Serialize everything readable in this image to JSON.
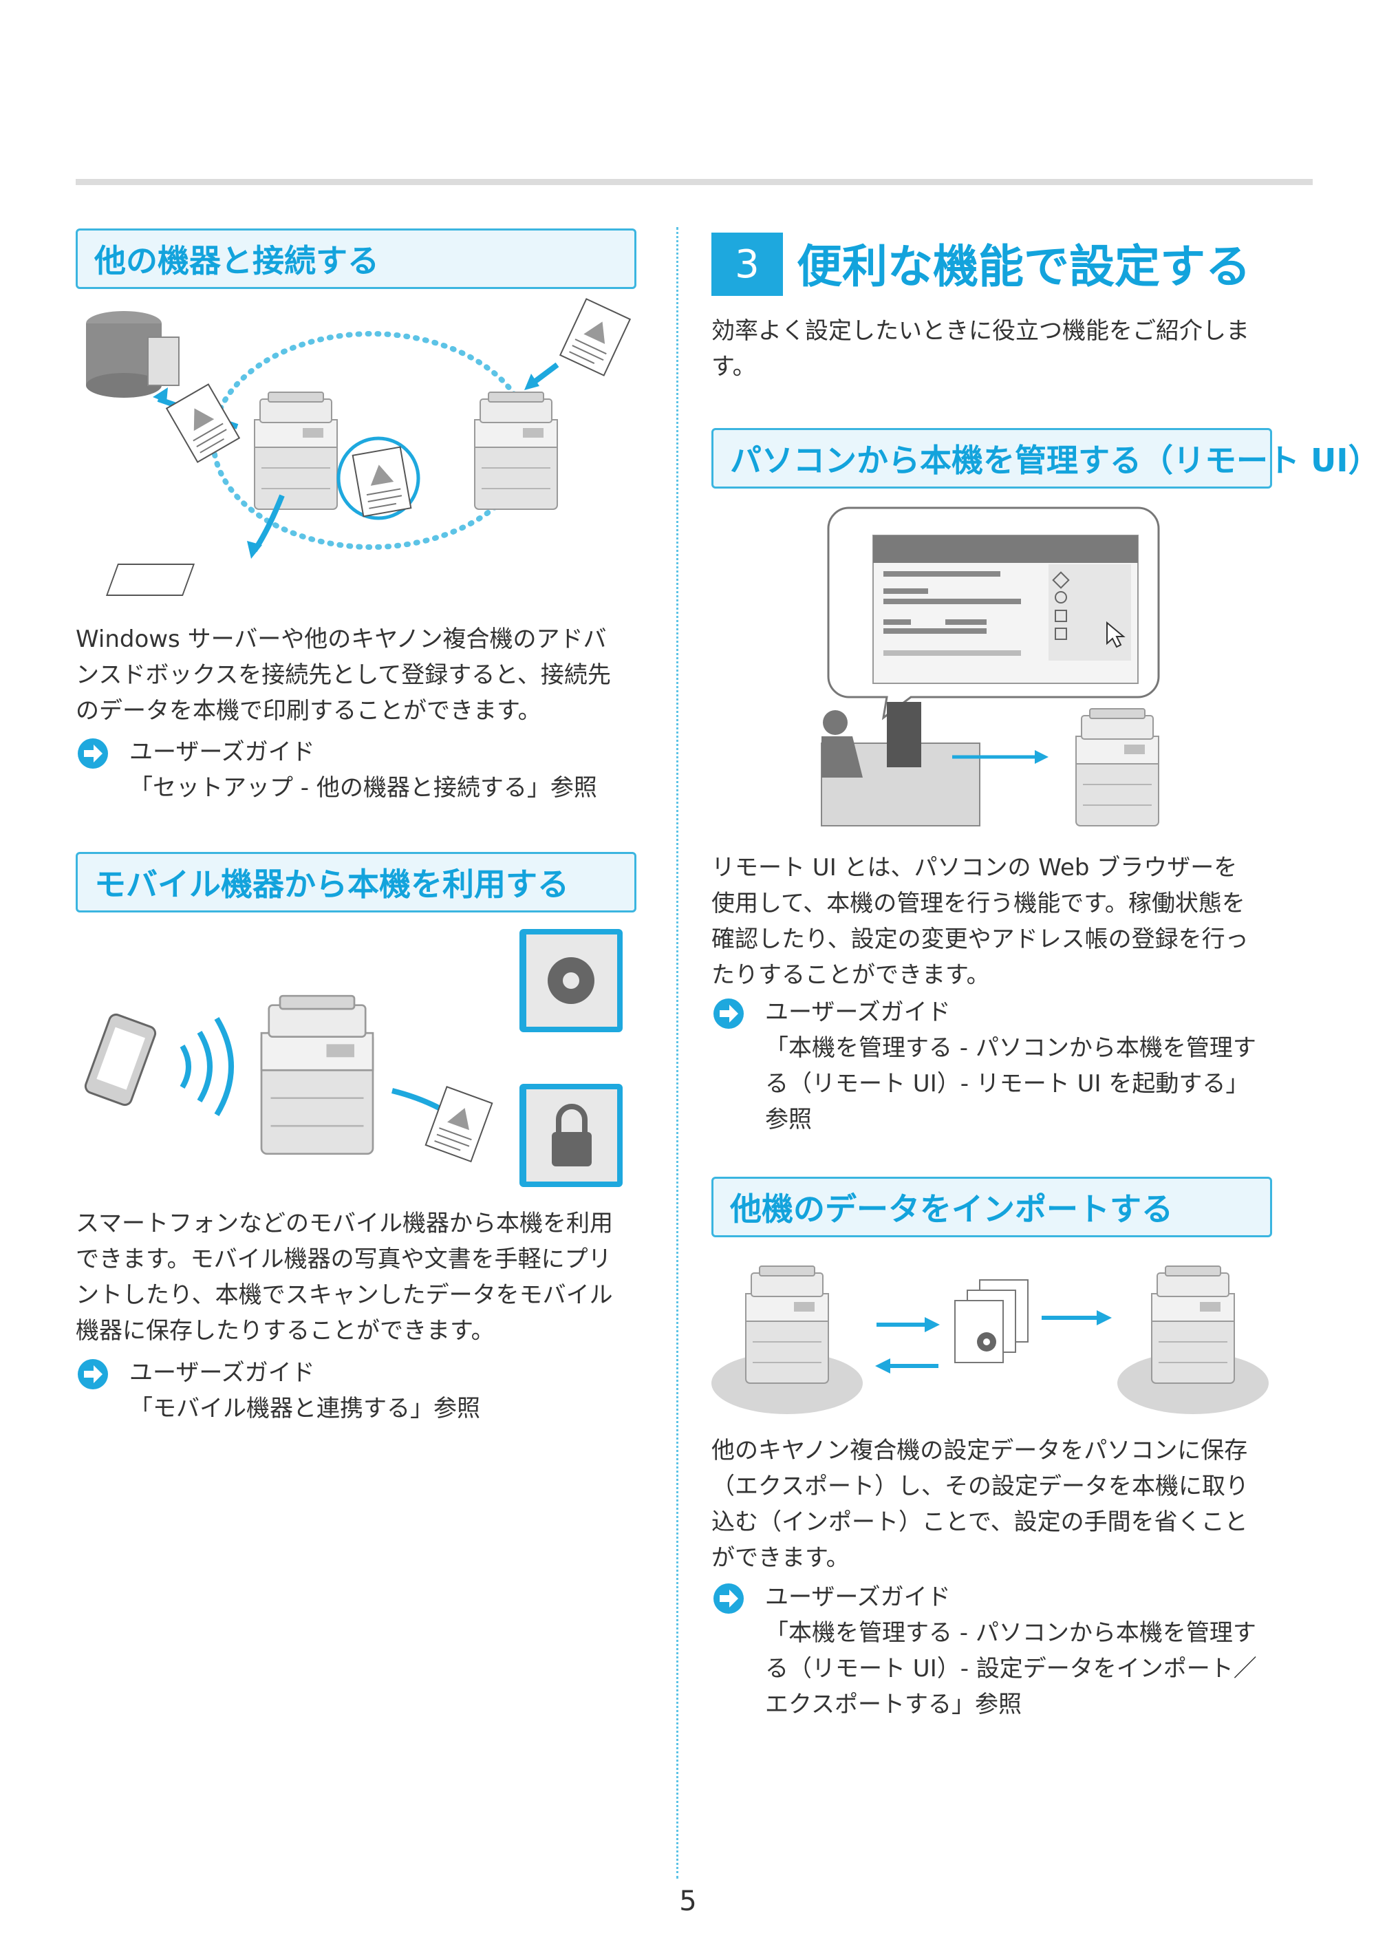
{
  "page_number": "5",
  "left": {
    "section1": {
      "title": "他の機器と接続する",
      "body": [
        "Windows サーバーや他のキヤノン複合機のアドバ",
        "ンスドボックスを接続先として登録すると、接続先",
        "のデータを本機で印刷することができます。"
      ],
      "ref": [
        "ユーザーズガイド",
        "「セットアップ - 他の機器と接続する」参照"
      ]
    },
    "section2": {
      "title": "モバイル機器から本機を利用する",
      "body": [
        "スマートフォンなどのモバイル機器から本機を利用",
        "できます。モバイル機器の写真や文書を手軽にプリ",
        "ントしたり、本機でスキャンしたデータをモバイル",
        "機器に保存したりすることができます。"
      ],
      "ref": [
        "ユーザーズガイド",
        "「モバイル機器と連携する」参照"
      ]
    }
  },
  "right": {
    "chapter_number": "3",
    "chapter_title": "便利な機能で設定する",
    "intro": [
      "効率よく設定したいときに役立つ機能をご紹介しま",
      "す。"
    ],
    "section1": {
      "title": "パソコンから本機を管理する（リモート UI）",
      "body": [
        "リモート UI とは、パソコンの Web ブラウザーを",
        "使用して、本機の管理を行う機能です。稼働状態を",
        "確認したり、設定の変更やアドレス帳の登録を行っ",
        "たりすることができます。"
      ],
      "ref": [
        "ユーザーズガイド",
        "「本機を管理する - パソコンから本機を管理す",
        "る（リモート UI）- リモート UI を起動する」",
        "参照"
      ]
    },
    "section2": {
      "title": "他機のデータをインポートする",
      "body": [
        "他のキヤノン複合機の設定データをパソコンに保存",
        "（エクスポート）し、その設定データを本機に取り",
        "込む（インポート）ことで、設定の手間を省くこと",
        "ができます。"
      ],
      "ref": [
        "ユーザーズガイド",
        "「本機を管理する - パソコンから本機を管理す",
        "る（リモート UI）- 設定データをインポート／",
        "エクスポートする」参照"
      ]
    }
  },
  "colors": {
    "accent": "#13a3dc",
    "box_fill": "#e9f6fc",
    "divider": "#5cc3e6"
  }
}
